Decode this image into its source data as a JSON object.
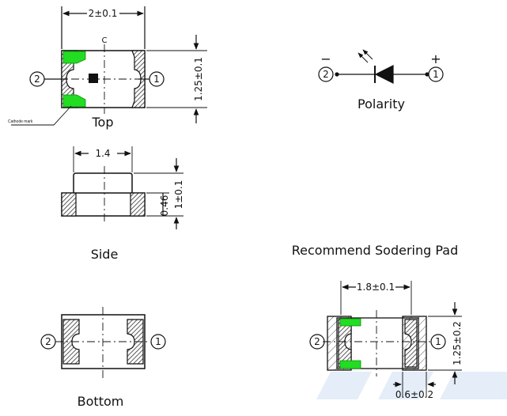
{
  "top_view": {
    "caption": "Top",
    "width_dim": "2±0.1",
    "height_dim": "1.25±0.1",
    "centerline_mark": "C",
    "pin_left": "2",
    "pin_right": "1",
    "cathode_note": "Cathode mark"
  },
  "side_view": {
    "caption": "Side",
    "body_width_dim": "1.4",
    "base_height_dim": "0.46",
    "total_height_dim": "1±0.1"
  },
  "bottom_view": {
    "caption": "Bottom",
    "pin_left": "2",
    "pin_right": "1"
  },
  "polarity": {
    "caption": "Polarity",
    "minus_sign": "−",
    "plus_sign": "+",
    "pin_left": "2",
    "pin_right": "1"
  },
  "pad": {
    "title": "Recommend Sodering Pad",
    "width_dim": "1.8±0.1",
    "height_dim": "1.25±0.2",
    "pad_dim": "0.6±0.2",
    "pin_left": "2",
    "pin_right": "1"
  },
  "colors": {
    "green_mark": "#22dd22",
    "line": "#111111",
    "watermark": "#cfe0f3"
  }
}
